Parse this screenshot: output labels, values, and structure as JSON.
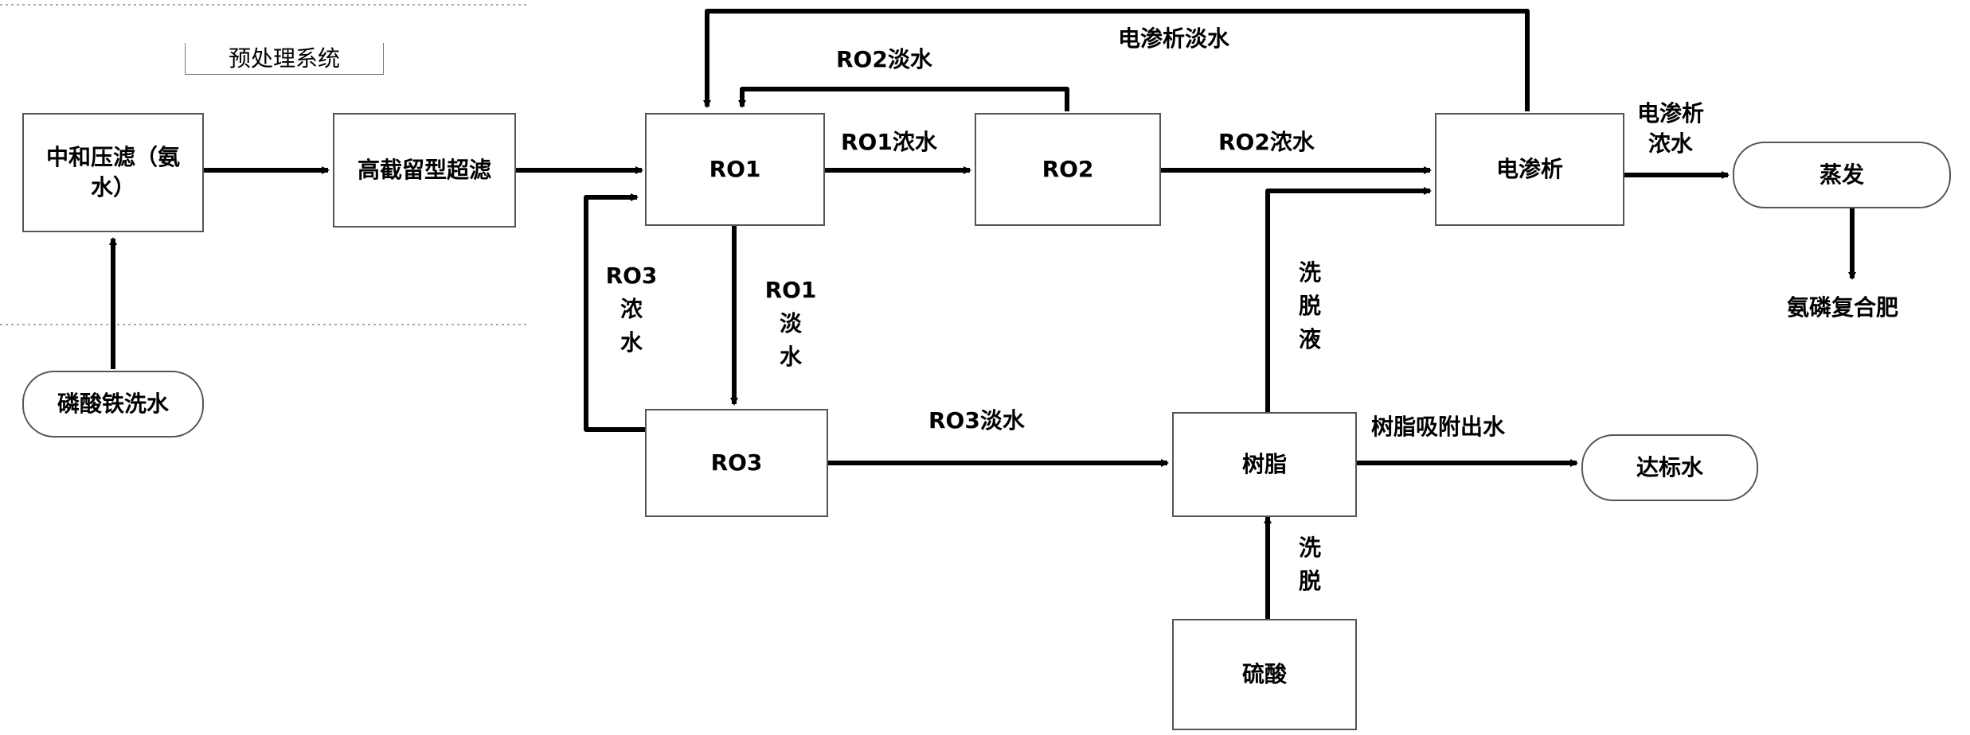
{
  "section_title": "预处理系统",
  "nodes": {
    "neutralize": "中和压滤（氨\n水）",
    "ultrafilter": "高截留型超滤",
    "ro1": "RO1",
    "ro2": "RO2",
    "ro3": "RO3",
    "electrodialysis": "电渗析",
    "evaporate": "蒸发",
    "fertilizer": "氨磷复合肥",
    "iron_wash": "磷酸铁洗水",
    "resin": "树脂",
    "standard_water": "达标水",
    "sulfuric_acid": "硫酸"
  },
  "edges": {
    "ed_fresh": "电渗析淡水",
    "ro2_fresh": "RO2淡水",
    "ro1_conc": "RO1浓水",
    "ro2_conc": "RO2浓水",
    "ed_conc": "电渗析\n浓水",
    "ro3_conc": "RO3\n浓\n水",
    "ro1_fresh": "RO1\n淡\n水",
    "eluate": "洗\n脱\n液",
    "ro3_fresh": "RO3淡水",
    "resin_out": "树脂吸附出水",
    "elution": "洗\n脱"
  }
}
